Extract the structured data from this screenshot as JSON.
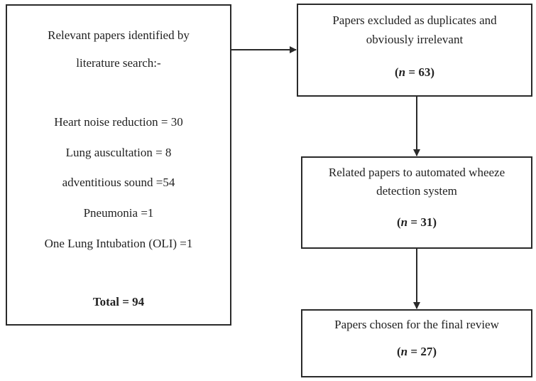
{
  "search_box": {
    "title_line1": "Relevant papers identified by",
    "title_line2": "literature search:-",
    "items": [
      "Heart noise reduction = 30",
      "Lung auscultation = 8",
      "adventitious sound =54",
      "Pneumonia =1",
      "One Lung Intubation (OLI) =1"
    ],
    "total": "Total = 94"
  },
  "excluded_box": {
    "line1": "Papers excluded as duplicates and",
    "line2": "obviously irrelevant",
    "n_symbol": "n",
    "n_value": " = 63"
  },
  "related_box": {
    "line1": "Related papers to automated wheeze",
    "line2": "detection system",
    "n_symbol": "n",
    "n_value": " = 31"
  },
  "final_box": {
    "line1": "Papers chosen for the final review",
    "n_symbol": "n",
    "n_value": " = 27"
  },
  "colors": {
    "border": "#2a2a2a",
    "text": "#222222",
    "background": "#ffffff"
  }
}
